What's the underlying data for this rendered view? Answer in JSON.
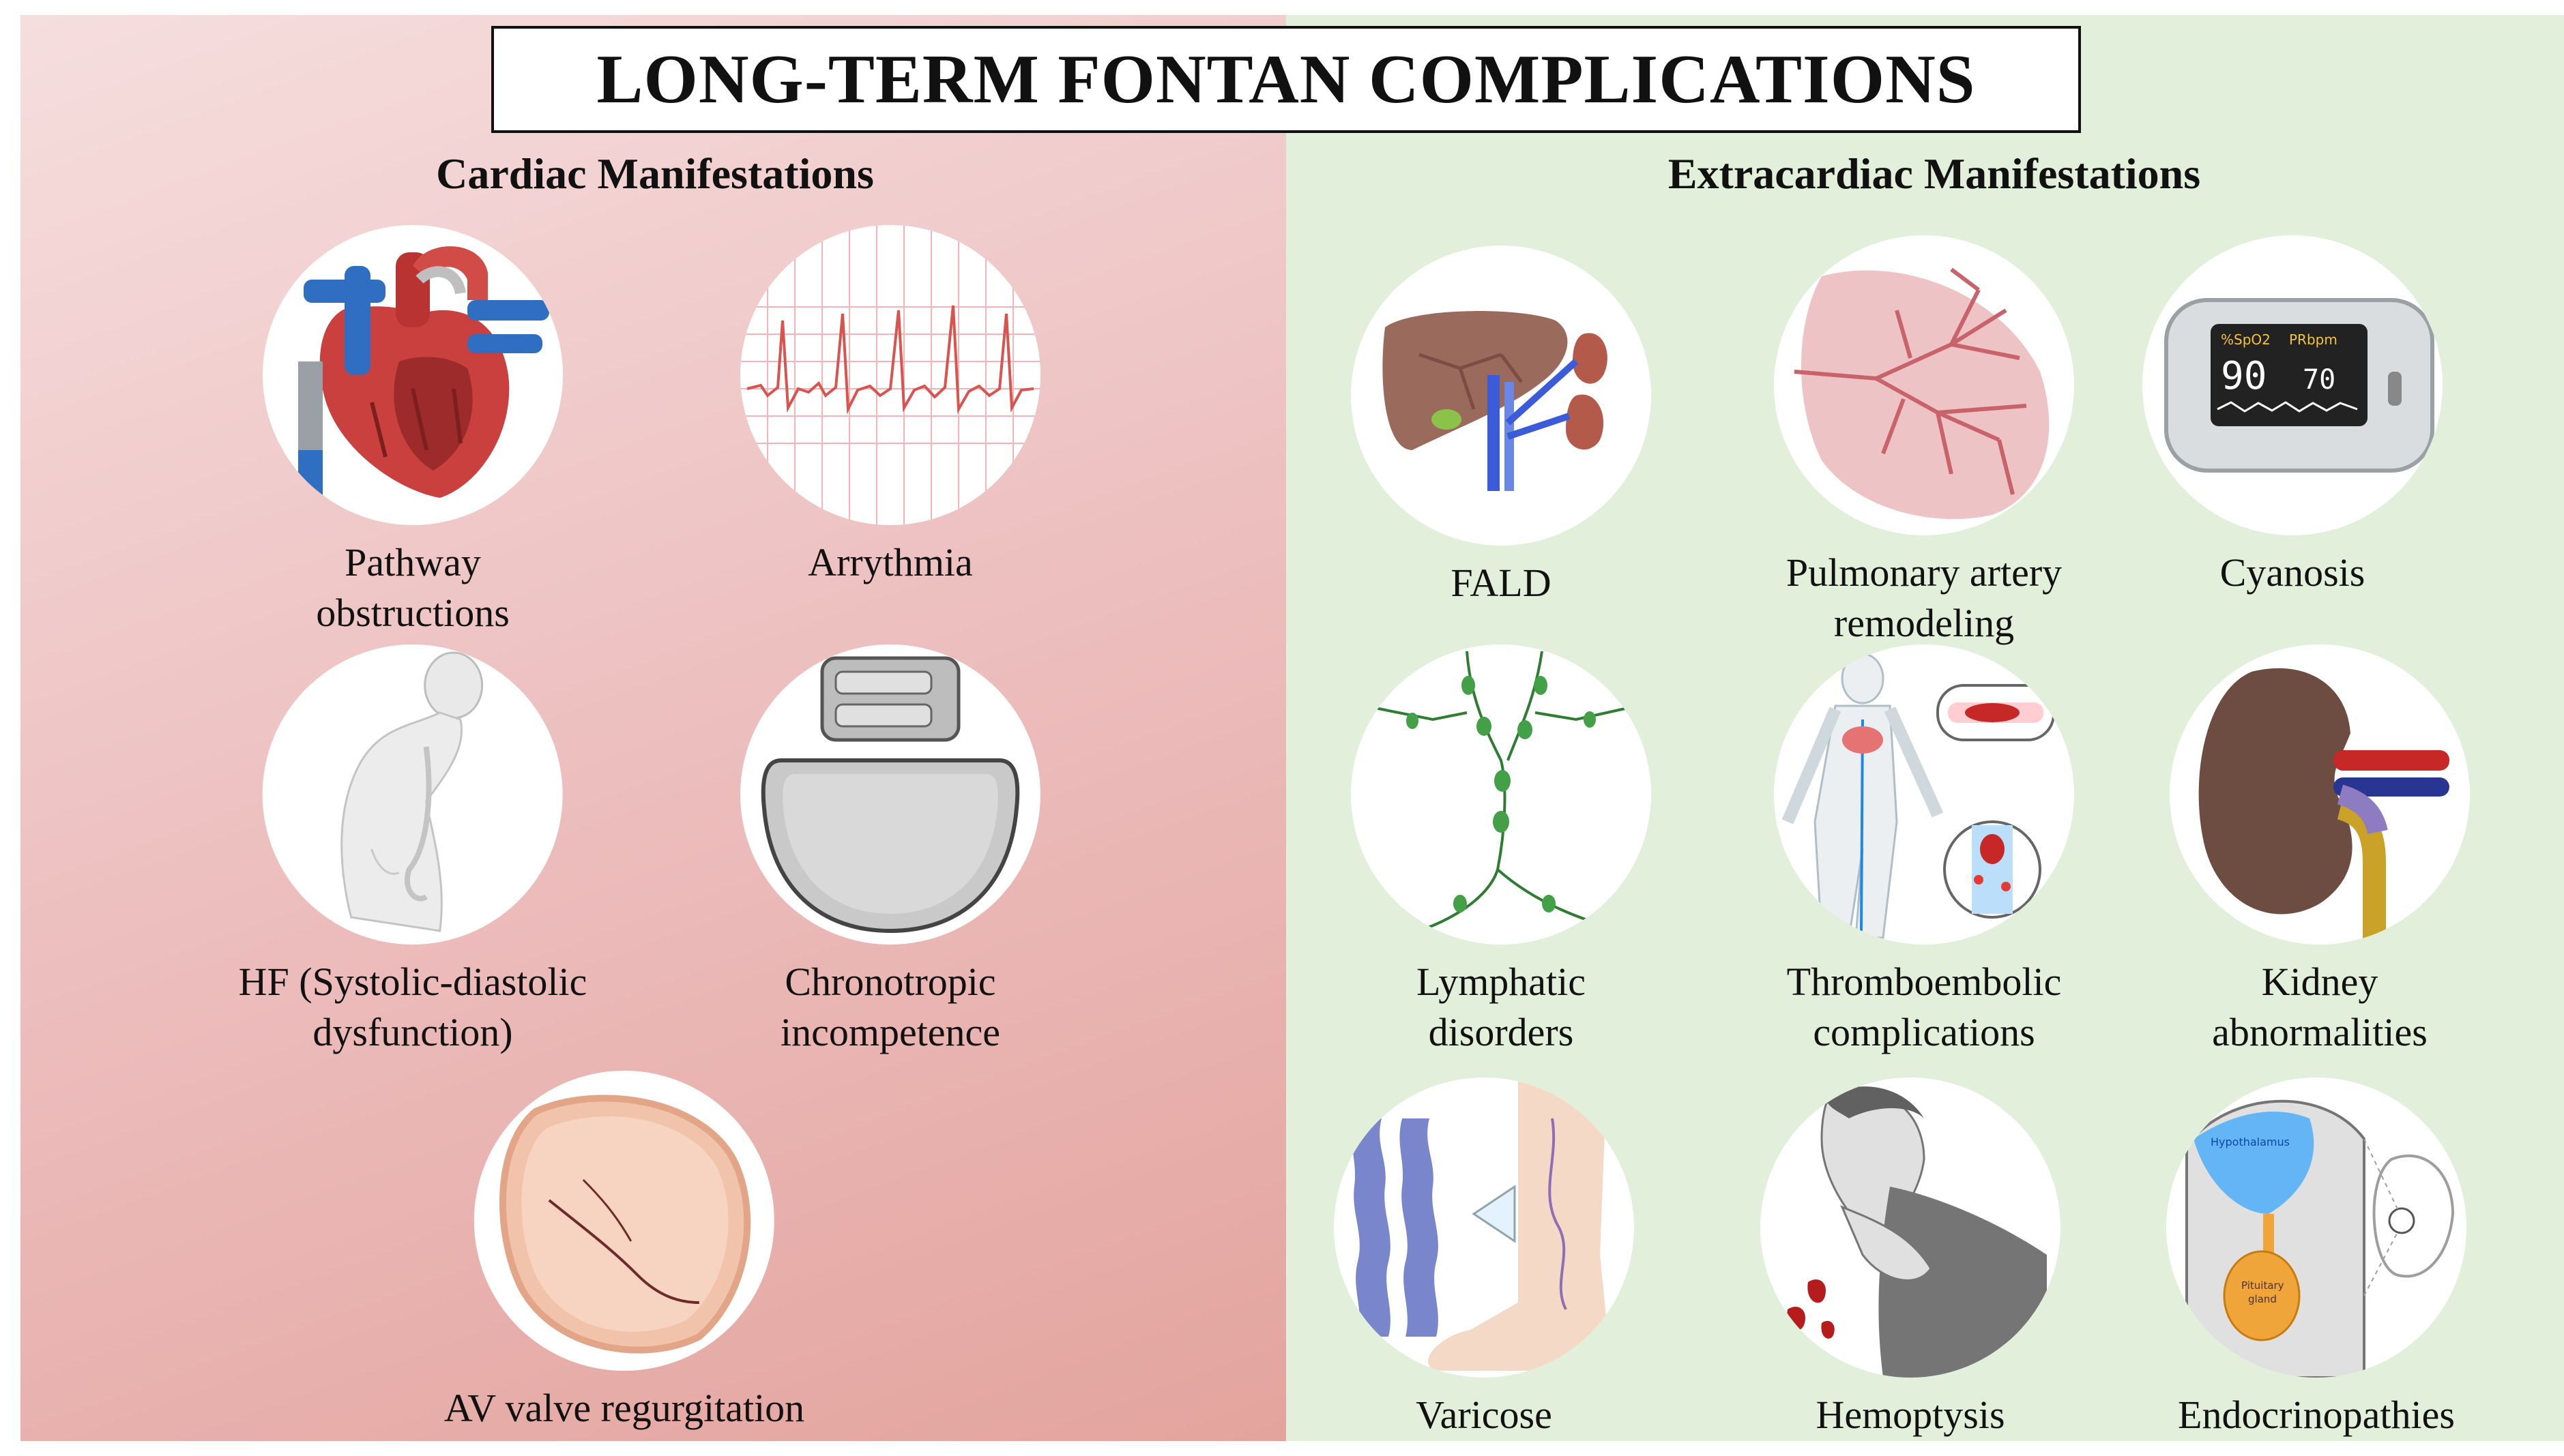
{
  "title": "LONG-TERM FONTAN COMPLICATIONS",
  "colors": {
    "cardiac_panel": "#ecbcbc",
    "extracardiac_panel": "#e2efda"
  },
  "cardiac": {
    "heading": "Cardiac Manifestations",
    "items": [
      {
        "line1": "Pathway",
        "line2": "obstructions",
        "icon": "heart-icon"
      },
      {
        "line1": "Arrythmia",
        "line2": "",
        "icon": "ecg-icon"
      },
      {
        "line1": "HF (Systolic-diastolic",
        "line2": "dysfunction)",
        "icon": "hunched-person-icon"
      },
      {
        "line1": "Chronotropic",
        "line2": "incompetence",
        "icon": "pacemaker-icon"
      },
      {
        "line1": "AV valve regurgitation",
        "line2": "",
        "icon": "valve-icon"
      }
    ]
  },
  "extracardiac": {
    "heading": "Extracardiac Manifestations",
    "items": [
      {
        "line1": "FALD",
        "line2": "",
        "icon": "liver-icon"
      },
      {
        "line1": "Pulmonary artery",
        "line2": "remodeling",
        "icon": "lung-vessels-icon"
      },
      {
        "line1": "Cyanosis",
        "line2": "",
        "icon": "pulse-oximeter-icon"
      },
      {
        "line1": "Lymphatic",
        "line2": "disorders",
        "icon": "lymphatic-icon"
      },
      {
        "line1": "Thromboembolic",
        "line2": "complications",
        "icon": "thrombus-icon"
      },
      {
        "line1": "Kidney",
        "line2": "abnormalities",
        "icon": "kidney-icon"
      },
      {
        "line1": "Varicose",
        "line2": "",
        "icon": "varicose-icon"
      },
      {
        "line1": "Hemoptysis",
        "line2": "",
        "icon": "coughing-person-icon"
      },
      {
        "line1": "Endocrinopathies",
        "line2": "",
        "icon": "pituitary-icon"
      }
    ]
  },
  "oximeter": {
    "spo2_label": "%SpO2",
    "pr_label": "PRbpm",
    "spo2_value": "90",
    "pr_value": "70"
  },
  "endocrine": {
    "hypothalamus_label": "Hypothalamus",
    "pituitary_label": "Pituitary",
    "gland_label": "gland"
  }
}
